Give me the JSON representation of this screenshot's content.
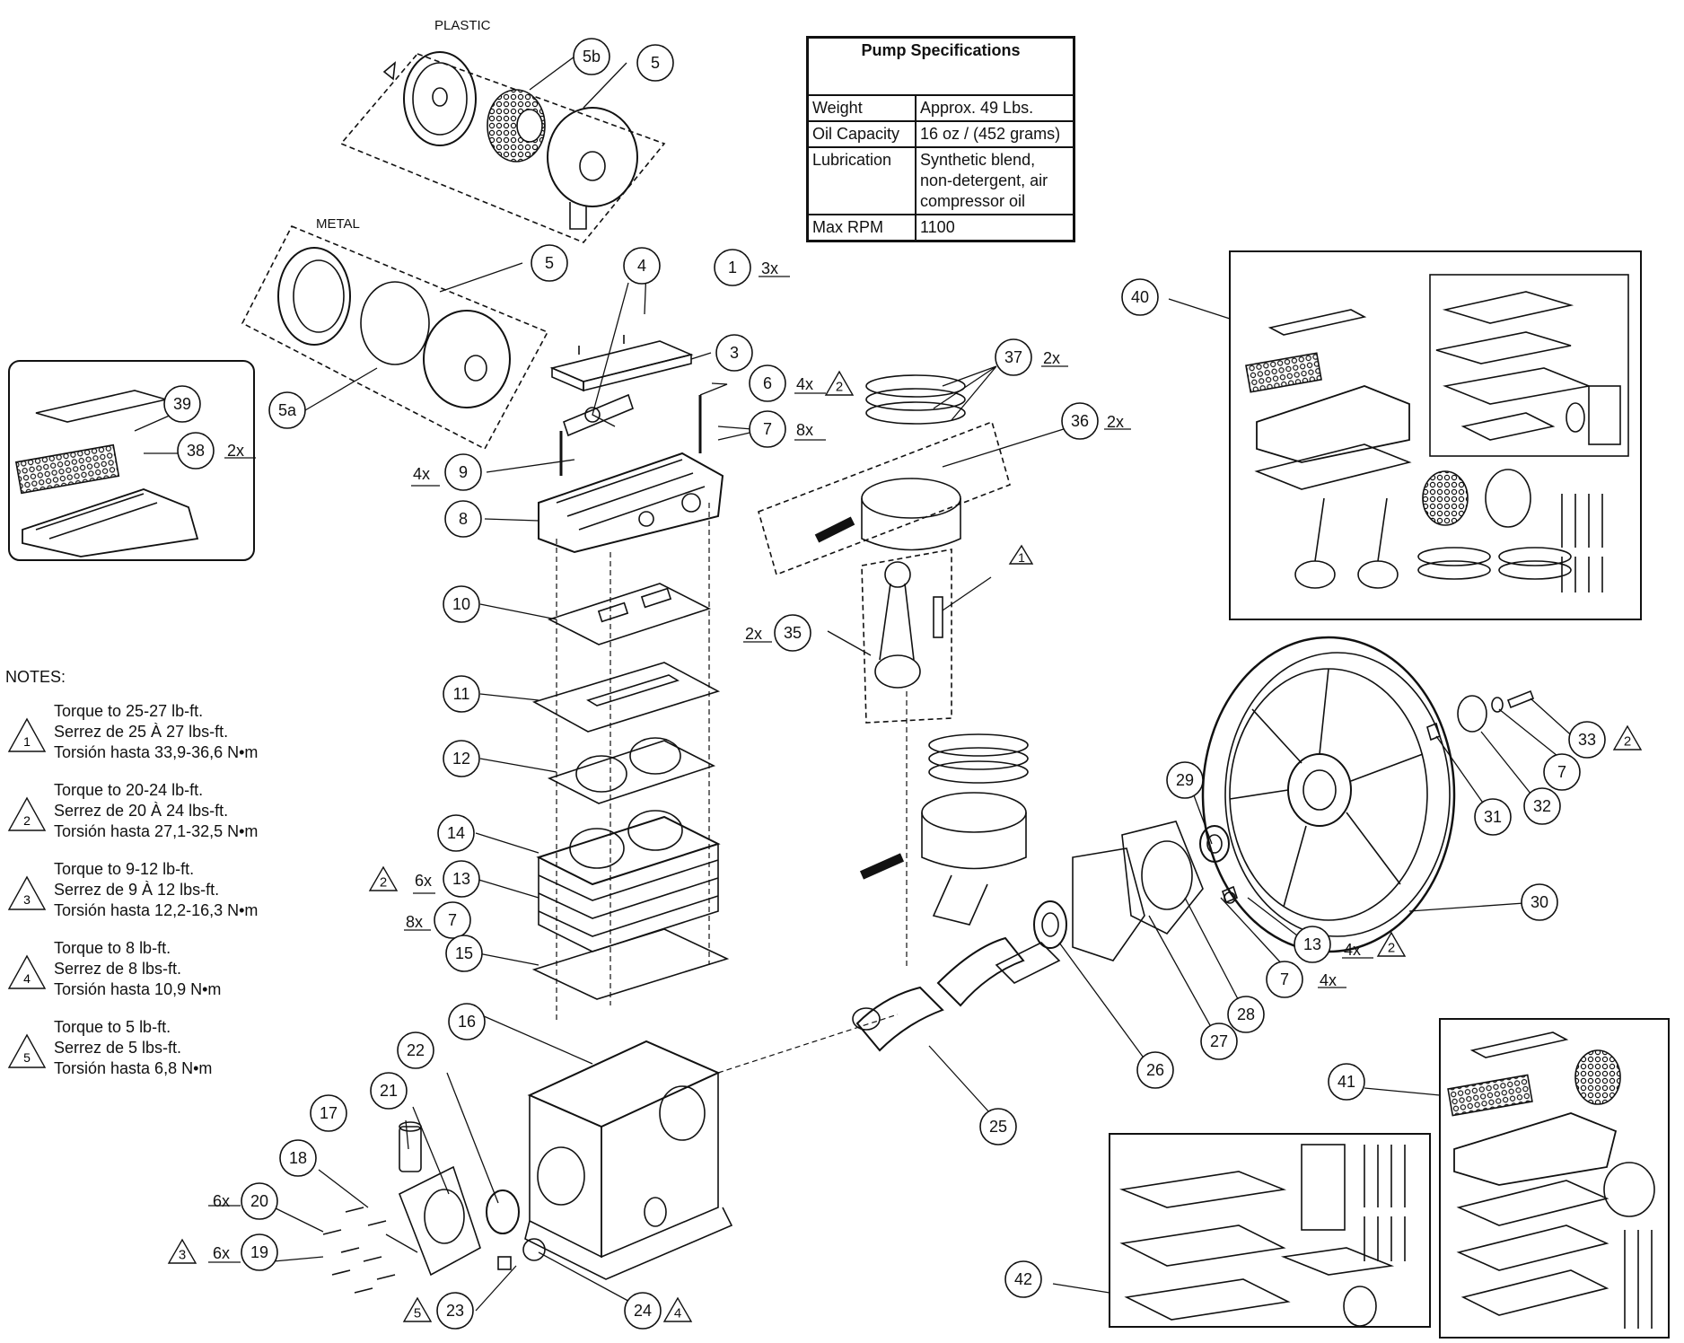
{
  "spec_table": {
    "title": "Pump Specifications",
    "rows": [
      {
        "key": "Weight",
        "value": "Approx. 49 Lbs."
      },
      {
        "key": "Oil Capacity",
        "value": "16 oz / (452 grams)"
      },
      {
        "key": "Lubrication",
        "value": "Synthetic blend, non-detergent, air compressor oil"
      },
      {
        "key": "Max RPM",
        "value": "1100"
      }
    ]
  },
  "variant_labels": {
    "plastic": "PLASTIC",
    "metal": "METAL"
  },
  "notes": {
    "title": "NOTES:",
    "items": [
      {
        "num": "1",
        "en": "Torque to 25-27 lb-ft.",
        "fr": "Serrez de 25 À 27 lbs-ft.",
        "es": "Torsión hasta 33,9-36,6 N•m"
      },
      {
        "num": "2",
        "en": "Torque to 20-24 lb-ft.",
        "fr": "Serrez de 20 À 24 lbs-ft.",
        "es": "Torsión hasta 27,1-32,5 N•m"
      },
      {
        "num": "3",
        "en": "Torque to 9-12 lb-ft.",
        "fr": "Serrez de 9 À 12 lbs-ft.",
        "es": "Torsión hasta 12,2-16,3 N•m"
      },
      {
        "num": "4",
        "en": "Torque to 8 lb-ft.",
        "fr": "Serrez de 8 lbs-ft.",
        "es": "Torsión hasta 10,9 N•m"
      },
      {
        "num": "5",
        "en": "Torque to 5 lb-ft.",
        "fr": "Serrez de 5 lbs-ft.",
        "es": "Torsión hasta 6,8 N•m"
      }
    ]
  },
  "callouts": {
    "c1": "1",
    "c3": "3",
    "c4": "4",
    "c5p": "5",
    "c5b": "5b",
    "c5m": "5",
    "c5a": "5a",
    "c6": "6",
    "c7a": "7",
    "c7b": "7",
    "c7c": "7",
    "c7d": "7",
    "c8": "8",
    "c9": "9",
    "c10": "10",
    "c11": "11",
    "c12": "12",
    "c13a": "13",
    "c13b": "13",
    "c14": "14",
    "c15": "15",
    "c16": "16",
    "c17": "17",
    "c18": "18",
    "c19": "19",
    "c20": "20",
    "c21": "21",
    "c22": "22",
    "c23": "23",
    "c24": "24",
    "c25": "25",
    "c26": "26",
    "c27": "27",
    "c28": "28",
    "c29": "29",
    "c30": "30",
    "c31": "31",
    "c32": "32",
    "c33": "33",
    "c35": "35",
    "c36": "36",
    "c37": "37",
    "c38": "38",
    "c39": "39",
    "c40": "40",
    "c41": "41",
    "c42": "42"
  },
  "quantities": {
    "q1": "3x",
    "q6": "4x",
    "q7a": "8x",
    "q9": "4x",
    "q13a": "6x",
    "q7b": "8x",
    "q20": "6x",
    "q19": "6x",
    "q37": "2x",
    "q36": "2x",
    "q35": "2x",
    "q38": "2x",
    "q13b": "4x",
    "q7d": "4x"
  },
  "torque_marks": {
    "t1": "1",
    "t6": "2",
    "t13a": "2",
    "t19": "3",
    "t23": "5",
    "t24": "4",
    "t33": "2",
    "t13b": "2"
  }
}
